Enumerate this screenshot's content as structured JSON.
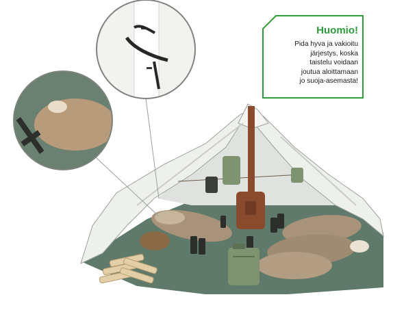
{
  "notice": {
    "title": "Huomio!",
    "lines": [
      "Pida hyva ja vakioitu",
      "järjestys, koska",
      "taistelu voidaan",
      "joutua aloittamaan",
      "jo suoja-asemasta!"
    ]
  },
  "colors": {
    "accent_green": "#2e9a3a",
    "tent_canvas": "#eceeea",
    "ground": "#5f7a6a",
    "sleeping_bag": "#a8927a",
    "stove_pipe": "#8a4a2e",
    "gear_green": "#7e9470"
  },
  "icons": {
    "rifle": "rifle-icon",
    "stove": "stove-icon",
    "jerrycan": "jerrycan-icon",
    "firewood": "firewood-icon",
    "boots": "boots-icon"
  }
}
